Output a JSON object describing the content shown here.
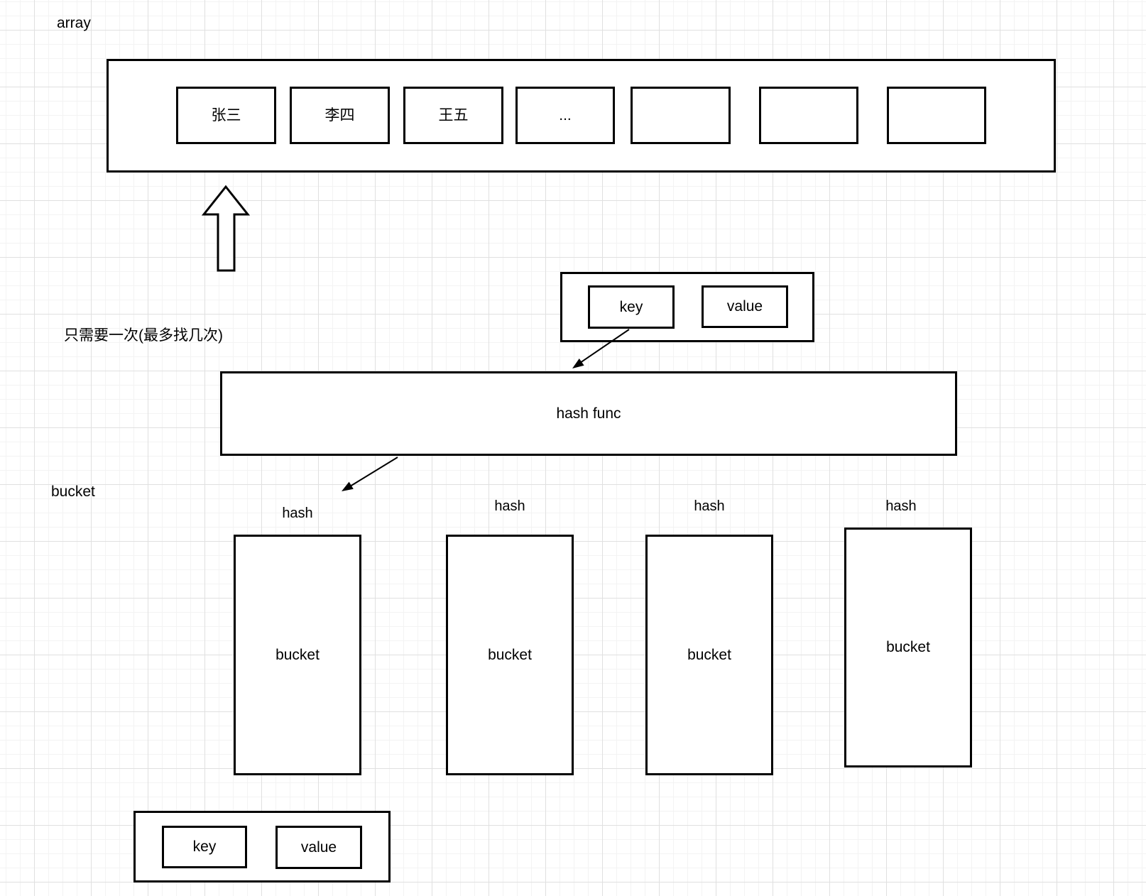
{
  "diagram": {
    "title_label": "array",
    "array": {
      "cells": [
        {
          "label": "张三"
        },
        {
          "label": "李四"
        },
        {
          "label": "王五"
        },
        {
          "label": "..."
        },
        {
          "label": ""
        },
        {
          "label": ""
        },
        {
          "label": ""
        }
      ]
    },
    "note_once": "只需要一次(最多找几次)",
    "kv_top": {
      "key_label": "key",
      "value_label": "value"
    },
    "hash_func_label": "hash func",
    "bucket_section_label": "bucket",
    "buckets": [
      {
        "hash_label": "hash",
        "label": "bucket"
      },
      {
        "hash_label": "hash",
        "label": "bucket"
      },
      {
        "hash_label": "hash",
        "label": "bucket"
      },
      {
        "hash_label": "hash",
        "label": "bucket"
      }
    ],
    "kv_bottom": {
      "key_label": "key",
      "value_label": "value"
    },
    "colors": {
      "stroke": "#000000",
      "fill": "#ffffff",
      "grid_minor": "#f3f3f3",
      "grid_major": "#e0e0e0"
    }
  }
}
